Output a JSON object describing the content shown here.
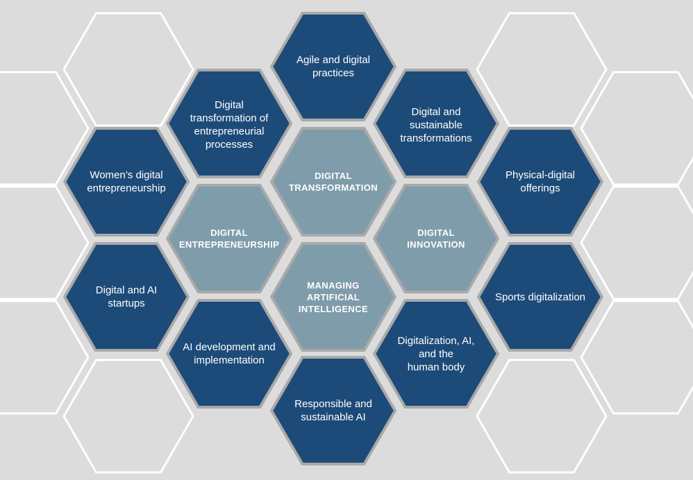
{
  "colors": {
    "background": "#dcdcdc",
    "topic_fill": "#1d4b79",
    "core_fill": "#7f9cab",
    "hex_border": "#a9a9a9",
    "outline_stroke": "#ffffff",
    "text": "#ffffff"
  },
  "core_hexagons": [
    {
      "label": "DIGITAL\nTRANSFORMATION"
    },
    {
      "label": "DIGITAL\nENTREPRENEURSHIP"
    },
    {
      "label": "DIGITAL\nINNOVATION"
    },
    {
      "label": "MANAGING\nARTIFICIAL\nINTELLIGENCE"
    }
  ],
  "topic_hexagons": [
    {
      "label": "Agile and digital\npractices"
    },
    {
      "label": "Digital\ntransformation of\nentrepreneurial\nprocesses"
    },
    {
      "label": "Digital and\nsustainable\ntransformations"
    },
    {
      "label": "Women’s digital\nentrepreneurship"
    },
    {
      "label": "Physical-digital\nofferings"
    },
    {
      "label": "Digital and AI\nstartups"
    },
    {
      "label": "Sports digitalization"
    },
    {
      "label": "AI development and\nimplementation"
    },
    {
      "label": "Digitalization, AI,\nand the\nhuman body"
    },
    {
      "label": "Responsible and\nsustainable AI"
    }
  ]
}
